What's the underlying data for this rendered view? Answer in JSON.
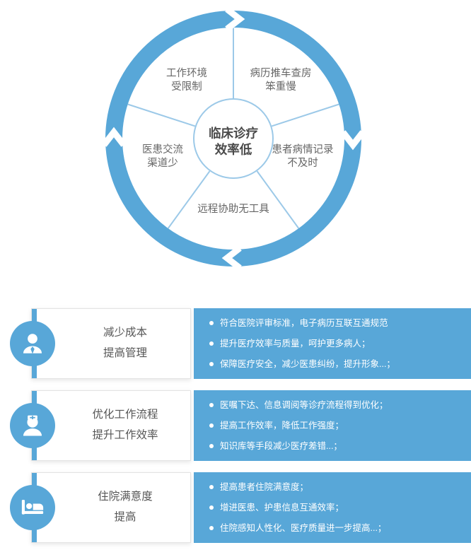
{
  "colors": {
    "primary": "#58A7D8",
    "divider": "#9CC9E8",
    "hub_border": "#9CC9E8",
    "segment_text": "#666666",
    "hub_text": "#4A4A4A",
    "title_text": "#555555",
    "bullet_text": "#FFFFFF",
    "box_border": "#E3E3E3"
  },
  "wheel": {
    "center": {
      "line1": "临床诊疗",
      "line2": "效率低"
    },
    "segments": [
      {
        "line1": "工作环境",
        "line2": "受限制"
      },
      {
        "line1": "病历推车查房",
        "line2": "笨重慢"
      },
      {
        "line1": "患者病情记录",
        "line2": "不及时"
      },
      {
        "line1": "远程协助无工具",
        "line2": ""
      },
      {
        "line1": "医患交流",
        "line2": "渠道少"
      }
    ]
  },
  "rows": [
    {
      "icon": "admin-person-icon",
      "title_line1": "减少成本",
      "title_line2": "提高管理",
      "bullets": [
        "符合医院评审标准，电子病历互联互通规范",
        "提升医疗效率与质量，呵护更多病人；",
        "保障医疗安全，减少医患纠纷，提升形象...；"
      ]
    },
    {
      "icon": "nurse-icon",
      "title_line1": "优化工作流程",
      "title_line2": "提升工作效率",
      "bullets": [
        "医嘱下达、信息调阅等诊疗流程得到优化；",
        "提高工作效率，降低工作强度；",
        "知识库等手段减少医疗差错...；"
      ]
    },
    {
      "icon": "patient-bed-icon",
      "title_line1": "住院满意度",
      "title_line2": "提高",
      "bullets": [
        "提高患者住院满意度；",
        "增进医患、护患信息互通效率；",
        "住院感知人性化、医疗质量进一步提高...；"
      ]
    }
  ]
}
